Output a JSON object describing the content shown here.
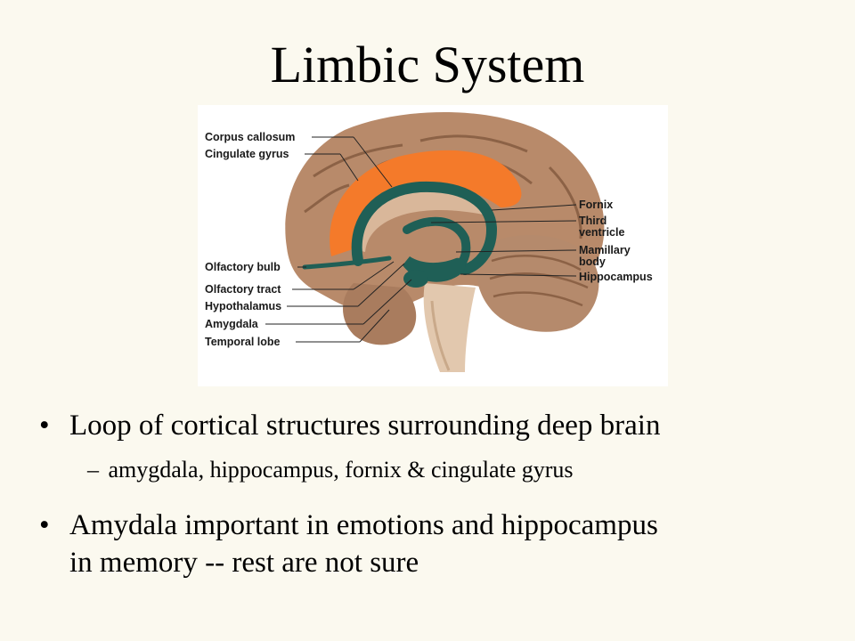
{
  "slide": {
    "title": "Limbic System",
    "figure_labels": {
      "corpus_callosum": "Corpus callosum",
      "cingulate_gyrus": "Cingulate gyrus",
      "olfactory_bulb": "Olfactory bulb",
      "olfactory_tract": "Olfactory tract",
      "hypothalamus": "Hypothalamus",
      "amygdala": "Amygdala",
      "temporal_lobe": "Temporal lobe",
      "fornix": "Fornix",
      "third_ventricle_1": "Third",
      "third_ventricle_2": "ventricle",
      "mamillary_body_1": "Mamillary",
      "mamillary_body_2": "body",
      "hippocampus": "Hippocampus"
    },
    "bullets": [
      {
        "text": "Loop of cortical structures surrounding deep brain",
        "sub": [
          "amygdala, hippocampus, fornix & cingulate gyrus"
        ]
      },
      {
        "line1": "Amydala important in emotions and hippocampus",
        "line2": "in memory -- rest are not sure"
      }
    ],
    "bullet_symbol": "•",
    "dash_symbol": "–"
  },
  "colors": {
    "background": "#FBF9EF",
    "cortex": "#B88A6A",
    "cingulate": "#F47A2A",
    "limbic": "#1F5F56"
  }
}
